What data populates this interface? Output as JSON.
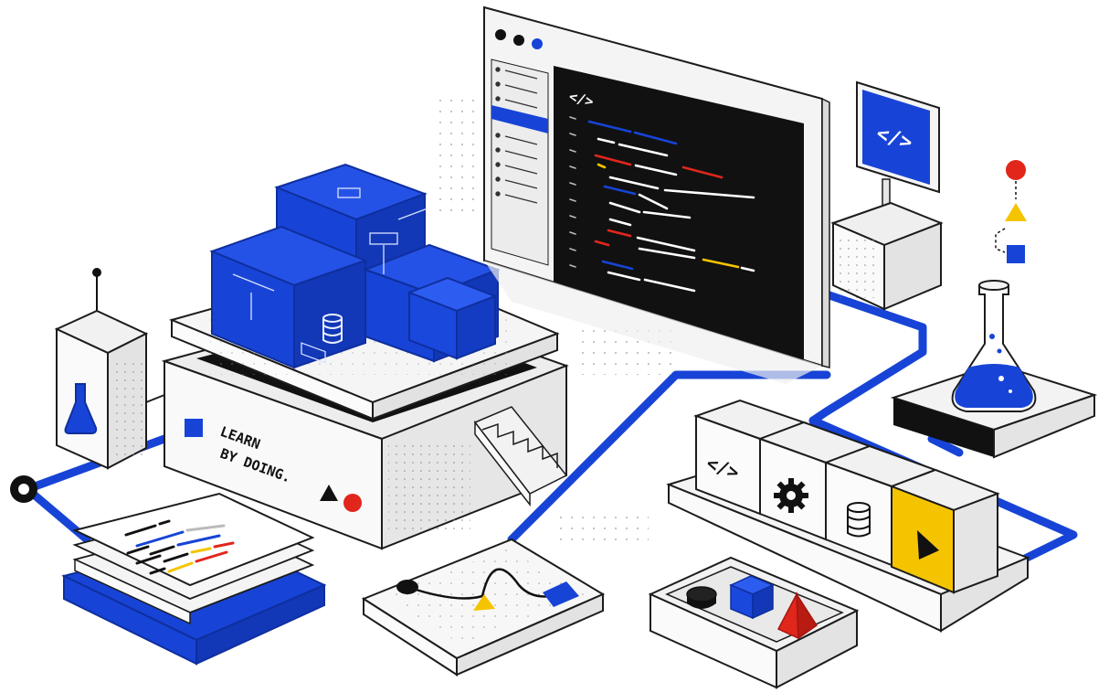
{
  "sign": {
    "line1": "LEARN",
    "line2": "BY DOING."
  },
  "editor": {
    "tag_glyph": "</>"
  },
  "palette": {
    "blue": "#1744d6",
    "blue_dark": "#0f2f9e",
    "blue_mid": "#1a3fc2",
    "black": "#111111",
    "yellow": "#f5c400",
    "red": "#e1261c",
    "line": "#1c1c1c",
    "face_light": "#f7f7f7",
    "face_mid": "#ececec",
    "face_dark": "#dedede"
  },
  "icons": [
    "browser-window",
    "code-brackets-icon",
    "gear-icon",
    "database-icon",
    "play-icon",
    "flask-icon",
    "circle-shape",
    "triangle-shape",
    "square-shape",
    "stairs",
    "document-stack"
  ]
}
